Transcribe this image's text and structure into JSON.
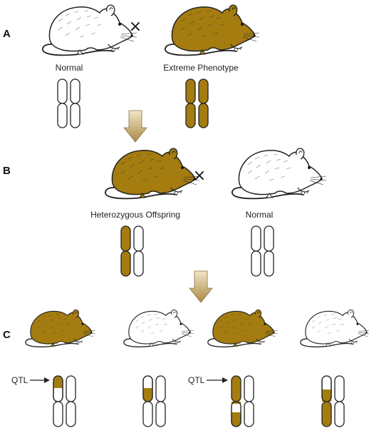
{
  "colors": {
    "phenotype": "#a47c10",
    "normal": "#ffffff",
    "outline": "#222222",
    "arrow_top": "#f1e6c6",
    "arrow_bottom": "#a98a47"
  },
  "cross_symbol": "×",
  "sections": {
    "a": {
      "letter": "A",
      "left_label": "Normal",
      "right_label": "Extreme Phenotype"
    },
    "b": {
      "letter": "B",
      "left_label": "Heterozygous Offspring",
      "right_label": "Normal"
    },
    "c": {
      "letter": "C",
      "qtl_label": "QTL"
    }
  },
  "icons": {
    "mouse": "rat-icon",
    "arrow": "down-arrow-icon"
  }
}
